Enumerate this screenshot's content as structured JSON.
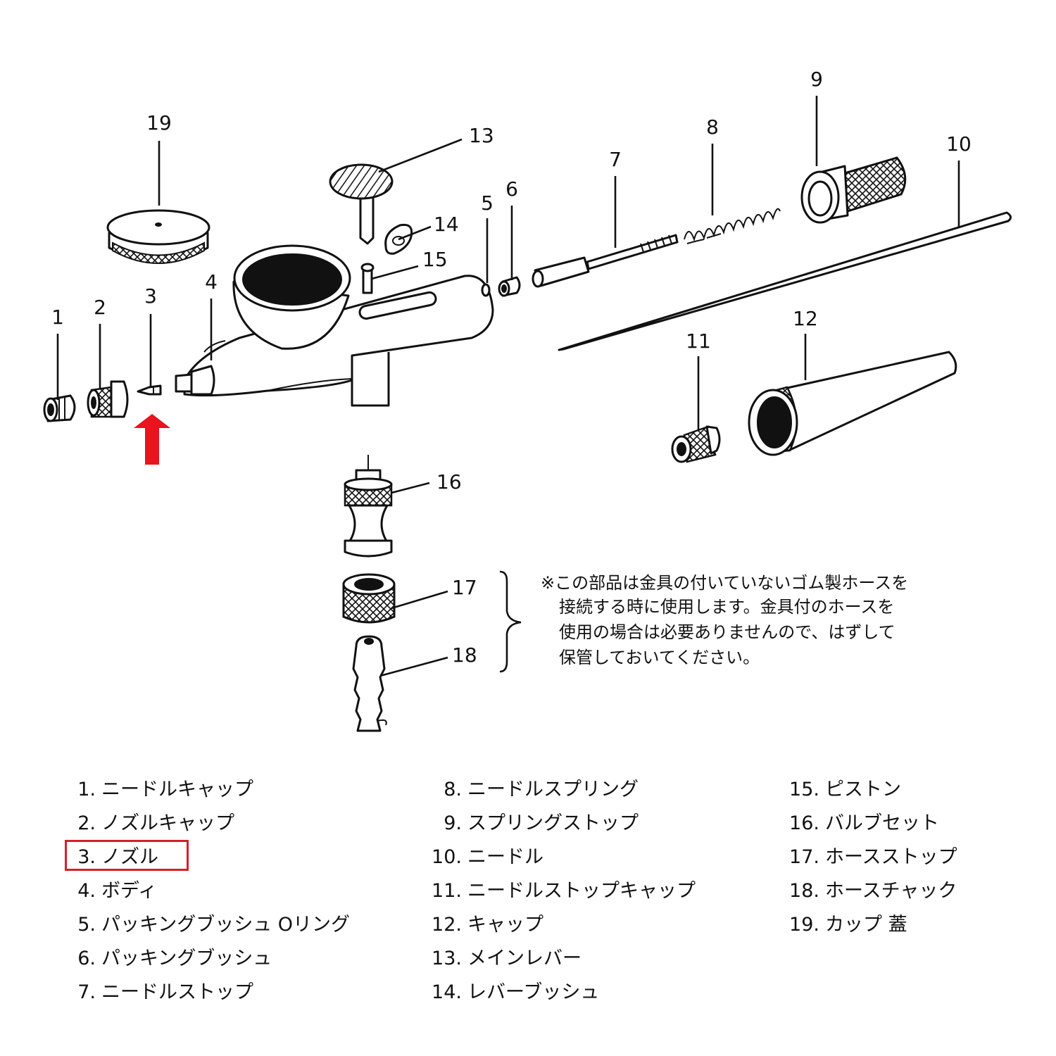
{
  "accent_color": "#e8141e",
  "highlight_color": "#d4202a",
  "callouts": [
    "1",
    "2",
    "3",
    "4",
    "5",
    "6",
    "7",
    "8",
    "9",
    "10",
    "11",
    "12",
    "13",
    "14",
    "15",
    "16",
    "17",
    "18",
    "19"
  ],
  "note_lines": [
    "※この部品は金具の付いていないゴム製ホースを",
    "接続する時に使用します。金具付のホースを",
    "使用の場合は必要ありませんので、はずして",
    "保管しておいてください。"
  ],
  "arrow": {
    "icon": "up-arrow-icon",
    "points_to": "3"
  },
  "legend": [
    {
      "num": "1.",
      "label": "ニードルキャップ"
    },
    {
      "num": "2.",
      "label": "ノズルキャップ"
    },
    {
      "num": "3.",
      "label": "ノズル",
      "highlighted": true
    },
    {
      "num": "4.",
      "label": "ボディ"
    },
    {
      "num": "5.",
      "label": "パッキングブッシュ Oリング"
    },
    {
      "num": "6.",
      "label": "パッキングブッシュ"
    },
    {
      "num": "7.",
      "label": "ニードルストップ"
    },
    {
      "num": "8.",
      "label": "ニードルスプリング"
    },
    {
      "num": "9.",
      "label": "スプリングストップ"
    },
    {
      "num": "10.",
      "label": "ニードル"
    },
    {
      "num": "11.",
      "label": "ニードルストップキャップ"
    },
    {
      "num": "12.",
      "label": "キャップ"
    },
    {
      "num": "13.",
      "label": "メインレバー"
    },
    {
      "num": "14.",
      "label": "レバーブッシュ"
    },
    {
      "num": "15.",
      "label": "ピストン"
    },
    {
      "num": "16.",
      "label": "バルブセット"
    },
    {
      "num": "17.",
      "label": "ホースストップ"
    },
    {
      "num": "18.",
      "label": "ホースチャック"
    },
    {
      "num": "19.",
      "label": "カップ 蓋"
    }
  ]
}
